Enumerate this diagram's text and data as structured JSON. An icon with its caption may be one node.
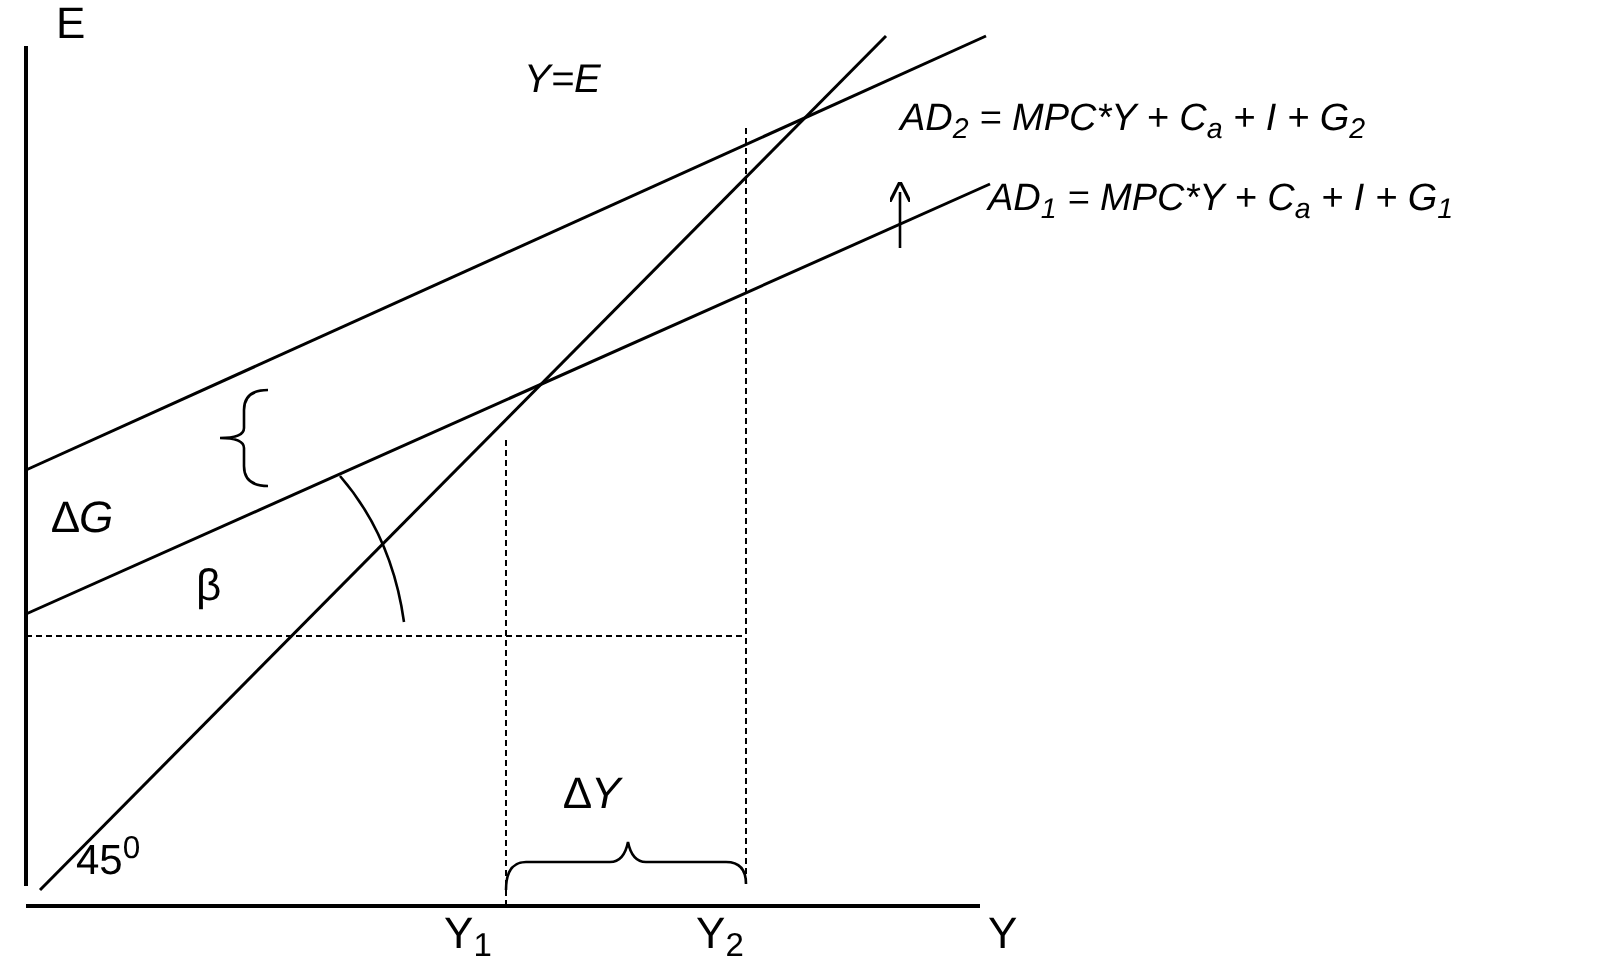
{
  "diagram": {
    "labels": [
      "E",
      "Y=E",
      "AD$_{2}$ = MPC*Y + C$_{a}$ + I + G$_{2}$",
      "AD$_{1}$ = MPC*Y + C$_{a}$ + I + G$_{1}$",
      "∆*G*",
      "β",
      "∆*Y*",
      "45$^{0}$",
      "Y$_{1}$",
      "Y$_{2}$",
      "Y"
    ]
  }
}
